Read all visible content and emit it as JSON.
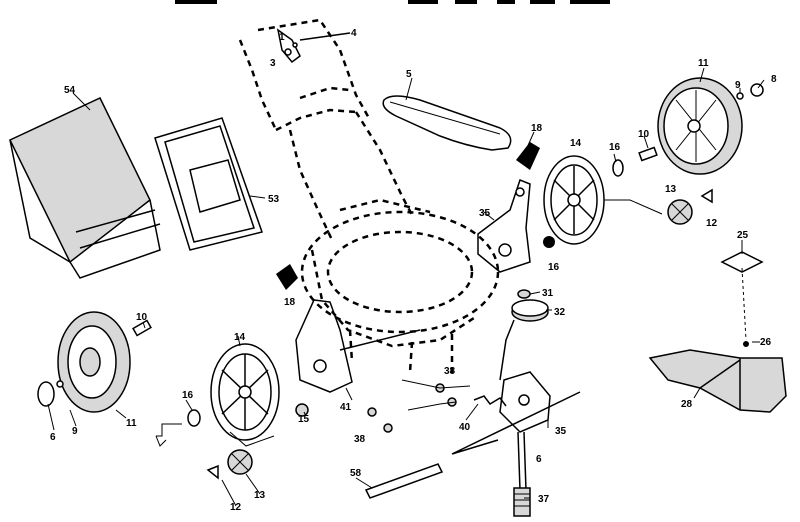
{
  "callouts": {
    "c1": "1",
    "c3": "3",
    "c4": "4",
    "c5": "5",
    "c6a": "6",
    "c6b": "6",
    "c8": "8",
    "c9a": "9",
    "c9b": "9",
    "c10a": "10",
    "c10b": "10",
    "c11a": "11",
    "c11b": "11",
    "c12a": "12",
    "c12b": "12",
    "c13a": "13",
    "c13b": "13",
    "c14a": "14",
    "c14b": "14",
    "c15": "15",
    "c16a": "16",
    "c16b": "16",
    "c16c": "16",
    "c18a": "18",
    "c18b": "18",
    "c25": "25",
    "c26": "26",
    "c28": "28",
    "c31": "31",
    "c32": "32",
    "c35a": "35",
    "c35b": "35",
    "c37": "37",
    "c38a": "38",
    "c38b": "38",
    "c40": "40",
    "c41": "41",
    "c53": "53",
    "c54": "54",
    "c58": "58"
  }
}
